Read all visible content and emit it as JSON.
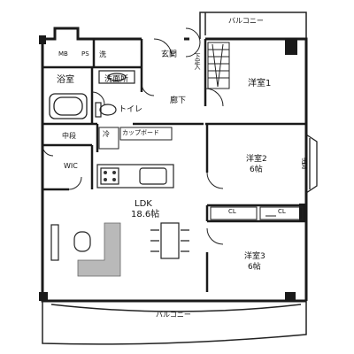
{
  "rooms": {
    "balcony_top": "バルコニー",
    "mb": "MB",
    "ps": "PS",
    "laundry": "洗",
    "entrance": "玄関",
    "shoe_box": "下足入",
    "bath": "浴室",
    "washroom": "洗面所",
    "toilet": "トイレ",
    "hallway": "廊下",
    "bedroom1": "洋室1",
    "storage": "中段",
    "fridge": "冷",
    "cupboard": "カップボード",
    "wic": "WIC",
    "bedroom2": "洋室2",
    "bedroom2_size": "6帖",
    "window_bay": "出窓",
    "ldk": "LDK",
    "ldk_size": "18.6帖",
    "cl1": "CL",
    "cl2": "CL",
    "bedroom3": "洋室3",
    "bedroom3_size": "6帖",
    "balcony_bottom": "バルコニー"
  },
  "colors": {
    "wall": "#1a1a1a",
    "sofa": "#b9b9b9",
    "line": "#222222"
  }
}
